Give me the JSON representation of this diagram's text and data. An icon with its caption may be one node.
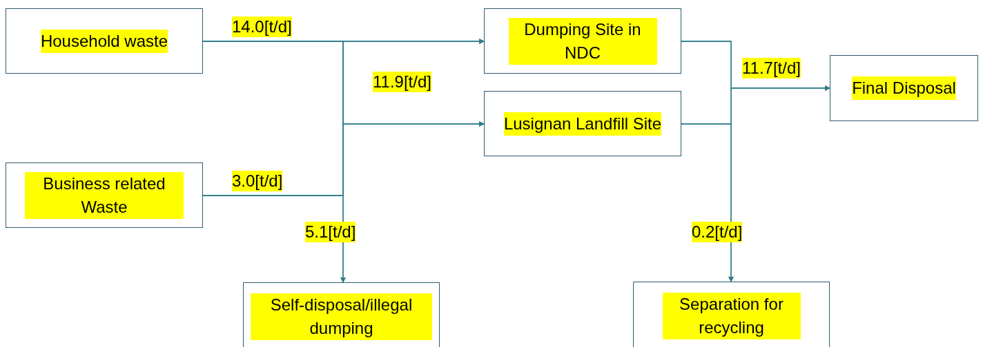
{
  "diagram": {
    "nodes": [
      {
        "text": [
          "Household waste"
        ]
      },
      {
        "text": [
          "Business related Waste"
        ]
      },
      {
        "text": [
          "Dumping Site in NDC"
        ]
      },
      {
        "text": [
          "Lusignan Landfill Site"
        ]
      },
      {
        "text": [
          "Final Disposal"
        ]
      },
      {
        "text": [
          "Self-disposal/illegal dumping"
        ]
      },
      {
        "text": [
          "Separation for recycling"
        ]
      }
    ],
    "edges": [
      {
        "from": 0,
        "to": 2,
        "arrow": "to"
      },
      {
        "from": 0,
        "to": 3,
        "arrow": "to"
      },
      {
        "from": 0,
        "to": 5,
        "arrow": "to"
      },
      {
        "from": 1,
        "to": 2,
        "arrow": "to"
      },
      {
        "from": 1,
        "to": 3,
        "arrow": "to"
      },
      {
        "from": 1,
        "to": 5,
        "arrow": "to"
      },
      {
        "from": 2,
        "to": 4,
        "arrow": "to"
      },
      {
        "from": 3,
        "to": 4,
        "arrow": "to"
      },
      {
        "from": 2,
        "to": 6,
        "arrow": "to"
      },
      {
        "from": 3,
        "to": 6,
        "arrow": "to"
      }
    ],
    "labels": [
      "14.0[t/d]",
      "11.9[t/d]",
      "3.0[t/d]",
      "5.1[t/d]",
      "11.7[t/d]",
      "0.2[t/d]"
    ]
  }
}
